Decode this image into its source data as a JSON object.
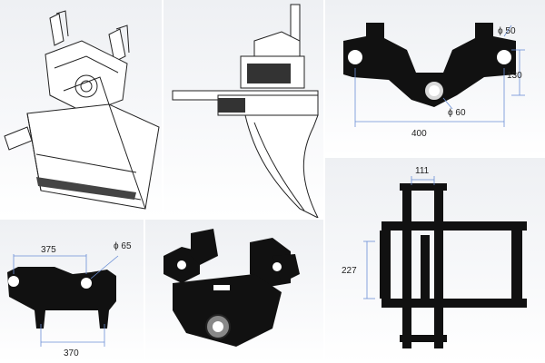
{
  "title": "Excavator tilt bucket quick coupler bracket — views and dimensions",
  "panels": {
    "top_left": {
      "caption": ""
    },
    "top_center": {
      "caption": ""
    },
    "top_right": {
      "dims": {
        "hole_dia": "ϕ 50",
        "center_dia": "ϕ 60",
        "height": "130",
        "width": "400"
      }
    },
    "bottom_left": {
      "dims": {
        "top_span": "375",
        "hole_dia": "ϕ 65",
        "bottom_span": "370"
      }
    },
    "bottom_center": {
      "caption": ""
    },
    "bottom_right": {
      "dims": {
        "top_width": "111",
        "side_height": "227"
      }
    }
  },
  "colors": {
    "part": "#111111",
    "dimension": "#6b8fd6",
    "panel_bg": "#eef0f3"
  }
}
